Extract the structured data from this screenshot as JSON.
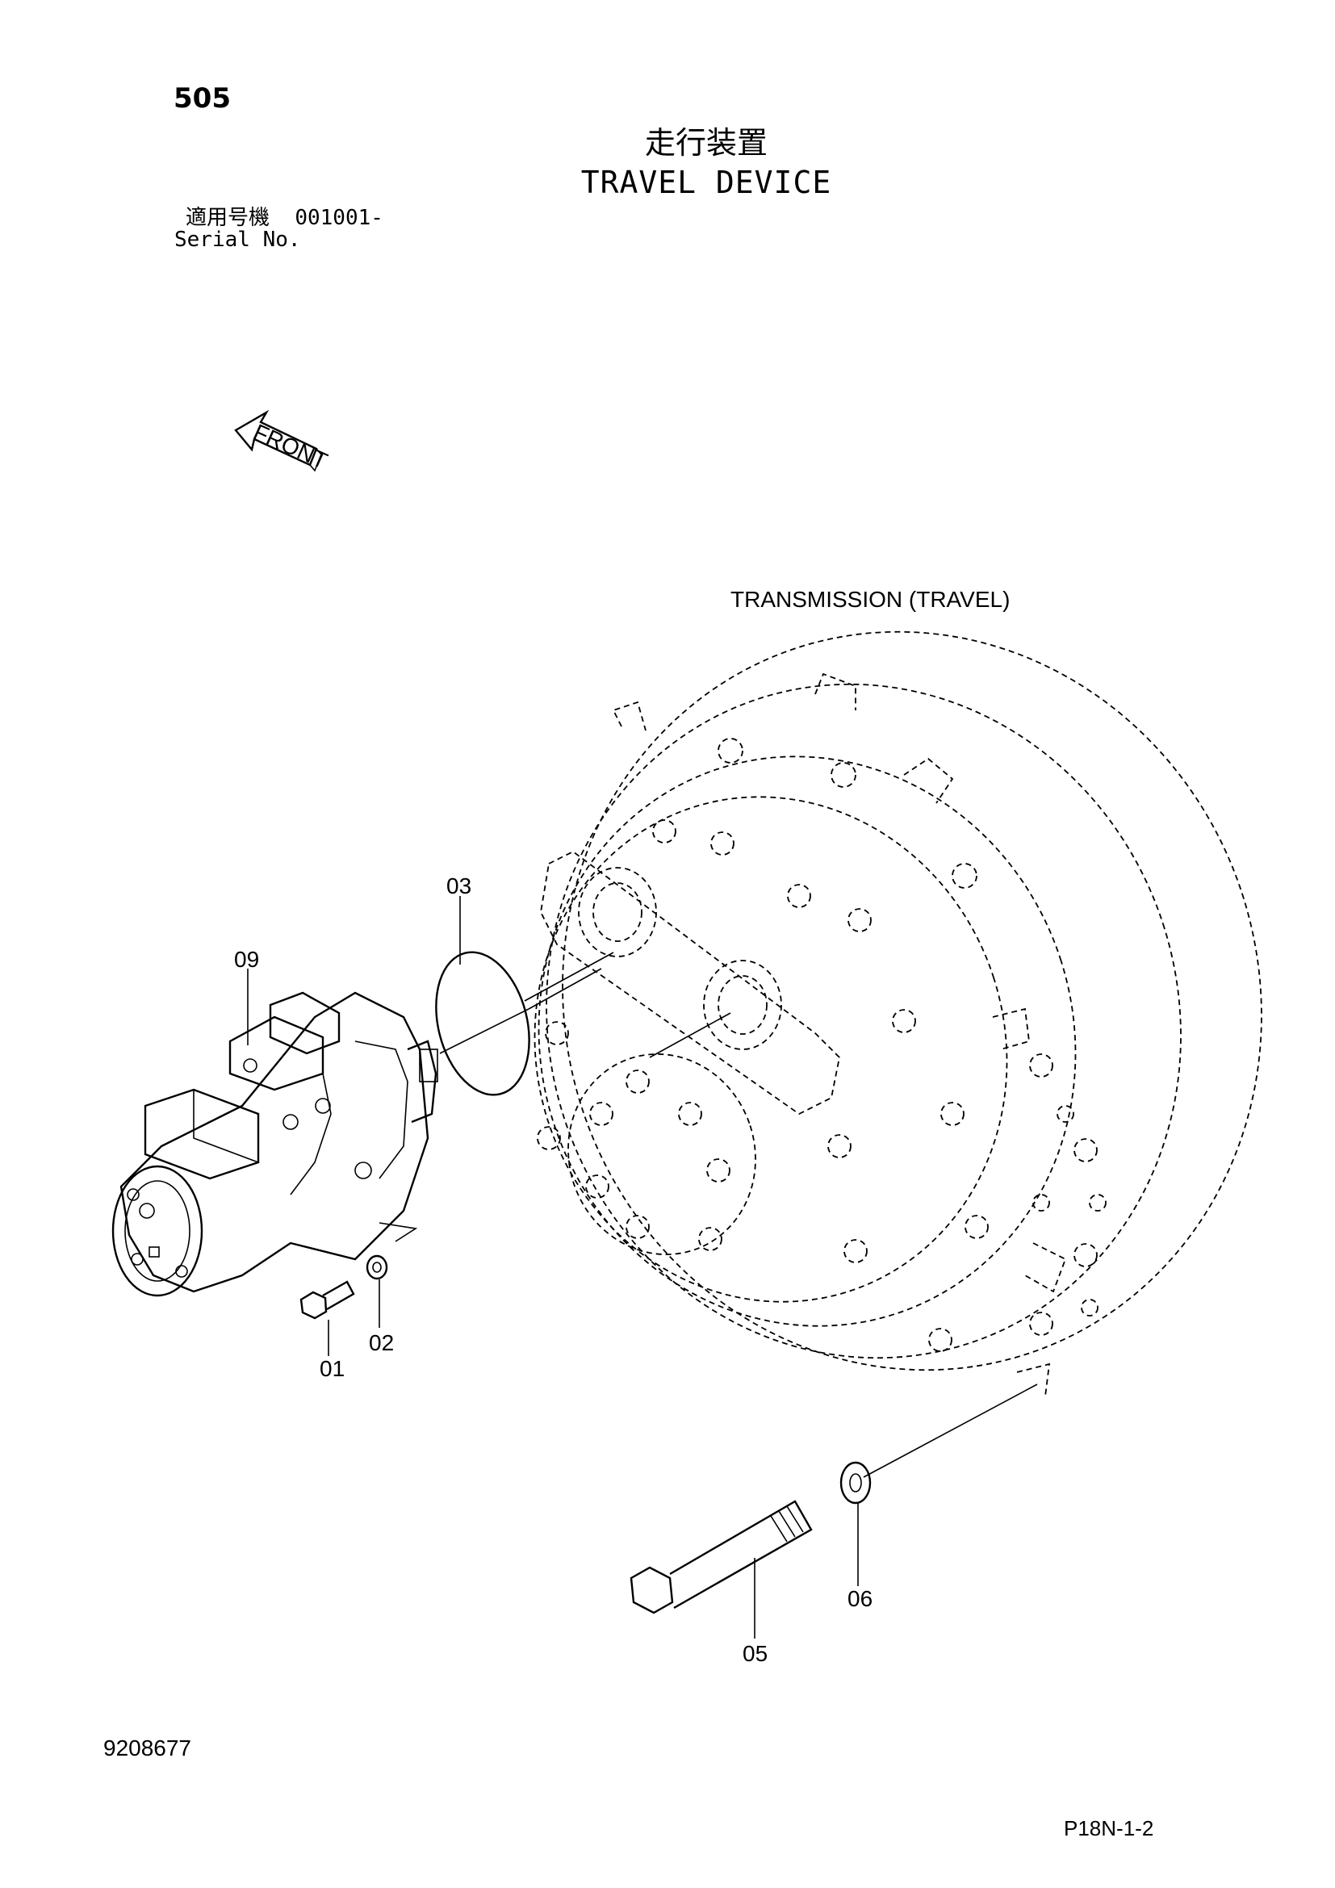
{
  "header": {
    "page_number": "505",
    "title_jp": "走行装置",
    "title_en": "TRAVEL DEVICE",
    "serial_label_jp": "適用号機",
    "serial_value": "001001-",
    "serial_label_en": "Serial No."
  },
  "diagram": {
    "front_indicator": "FRONT",
    "assembly_label": "TRANSMISSION (TRAVEL)",
    "callouts": {
      "c01": "01",
      "c02": "02",
      "c03": "03",
      "c05": "05",
      "c06": "06",
      "c09": "09"
    }
  },
  "footer": {
    "document_number": "9208677",
    "page_reference": "P18N-1-2"
  }
}
